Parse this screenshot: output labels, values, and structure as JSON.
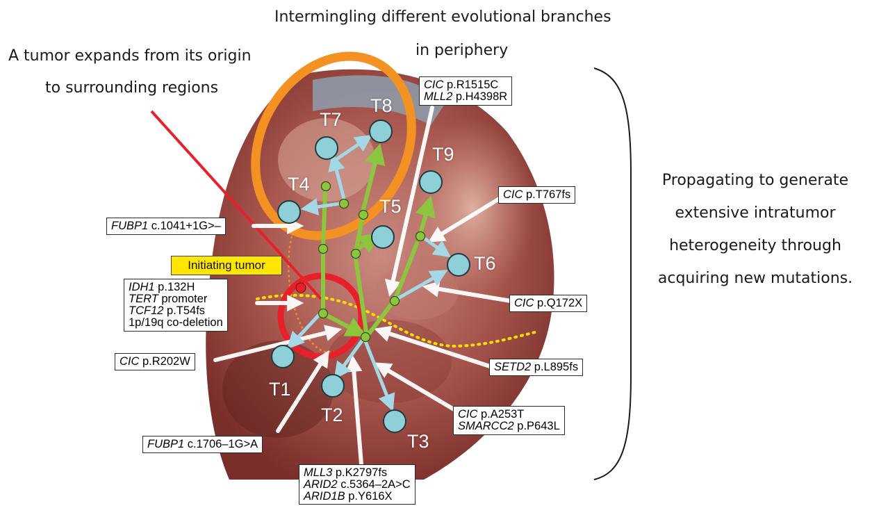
{
  "captions": {
    "top_line1": "Intermingling different evolutional branches",
    "top_line2": "in periphery",
    "left_line1": "A tumor expands from its origin",
    "left_line2": "to surrounding regions",
    "right_lines": [
      "Propagating to generate",
      "extensive intratumor",
      "heterogeneity through",
      "acquiring new mutations."
    ]
  },
  "initiating_label": "Initiating tumor",
  "tumors": [
    {
      "id": "T1",
      "label": "T1"
    },
    {
      "id": "T2",
      "label": "T2"
    },
    {
      "id": "T3",
      "label": "T3"
    },
    {
      "id": "T4",
      "label": "T4"
    },
    {
      "id": "T5",
      "label": "T5"
    },
    {
      "id": "T6",
      "label": "T6"
    },
    {
      "id": "T7",
      "label": "T7"
    },
    {
      "id": "T8",
      "label": "T8"
    },
    {
      "id": "T9",
      "label": "T9"
    }
  ],
  "mutation_boxes": {
    "box_top": [
      {
        "gene": "CIC",
        "variant": " p.R1515C"
      },
      {
        "gene": "MLL2",
        "variant": " p.H4398R"
      }
    ],
    "box_fubp1a": [
      {
        "gene": "FUBP1",
        "variant": " c.1041+1G>–"
      }
    ],
    "box_t767": [
      {
        "gene": "CIC",
        "variant": " p.T767fs"
      }
    ],
    "box_init": [
      {
        "gene": "IDH1",
        "variant": " p.132H"
      },
      {
        "gene": "TERT",
        "variant": " promoter"
      },
      {
        "gene": "TCF12",
        "variant": " p.T54fs"
      },
      {
        "gene": "",
        "variant": "1p/19q co-deletion"
      }
    ],
    "box_q172": [
      {
        "gene": "CIC",
        "variant": " p.Q172X"
      }
    ],
    "box_r202w": [
      {
        "gene": "CIC",
        "variant": " p.R202W"
      }
    ],
    "box_setd2": [
      {
        "gene": "SETD2",
        "variant": " p.L895fs"
      }
    ],
    "box_a253t": [
      {
        "gene": "CIC",
        "variant": " p.A253T"
      },
      {
        "gene": "SMARCC2",
        "variant": " p.P643L"
      }
    ],
    "box_fubp1b": [
      {
        "gene": "FUBP1",
        "variant": " c.1706–1G>A"
      }
    ],
    "box_bottom": [
      {
        "gene": "MLL3",
        "variant": " p.K2797fs"
      },
      {
        "gene": "ARID2",
        "variant": " c.5364–2A>C"
      },
      {
        "gene": "ARID1B",
        "variant": " p.Y616X"
      }
    ]
  },
  "colors": {
    "tumor_node": "#8fd0d8",
    "branch_green": "#8cc63f",
    "branch_blue": "#a3d8e6",
    "origin_red": "#e8202a",
    "periphery_orange": "#f39223",
    "dotted_yellow": "#ffdd00"
  }
}
